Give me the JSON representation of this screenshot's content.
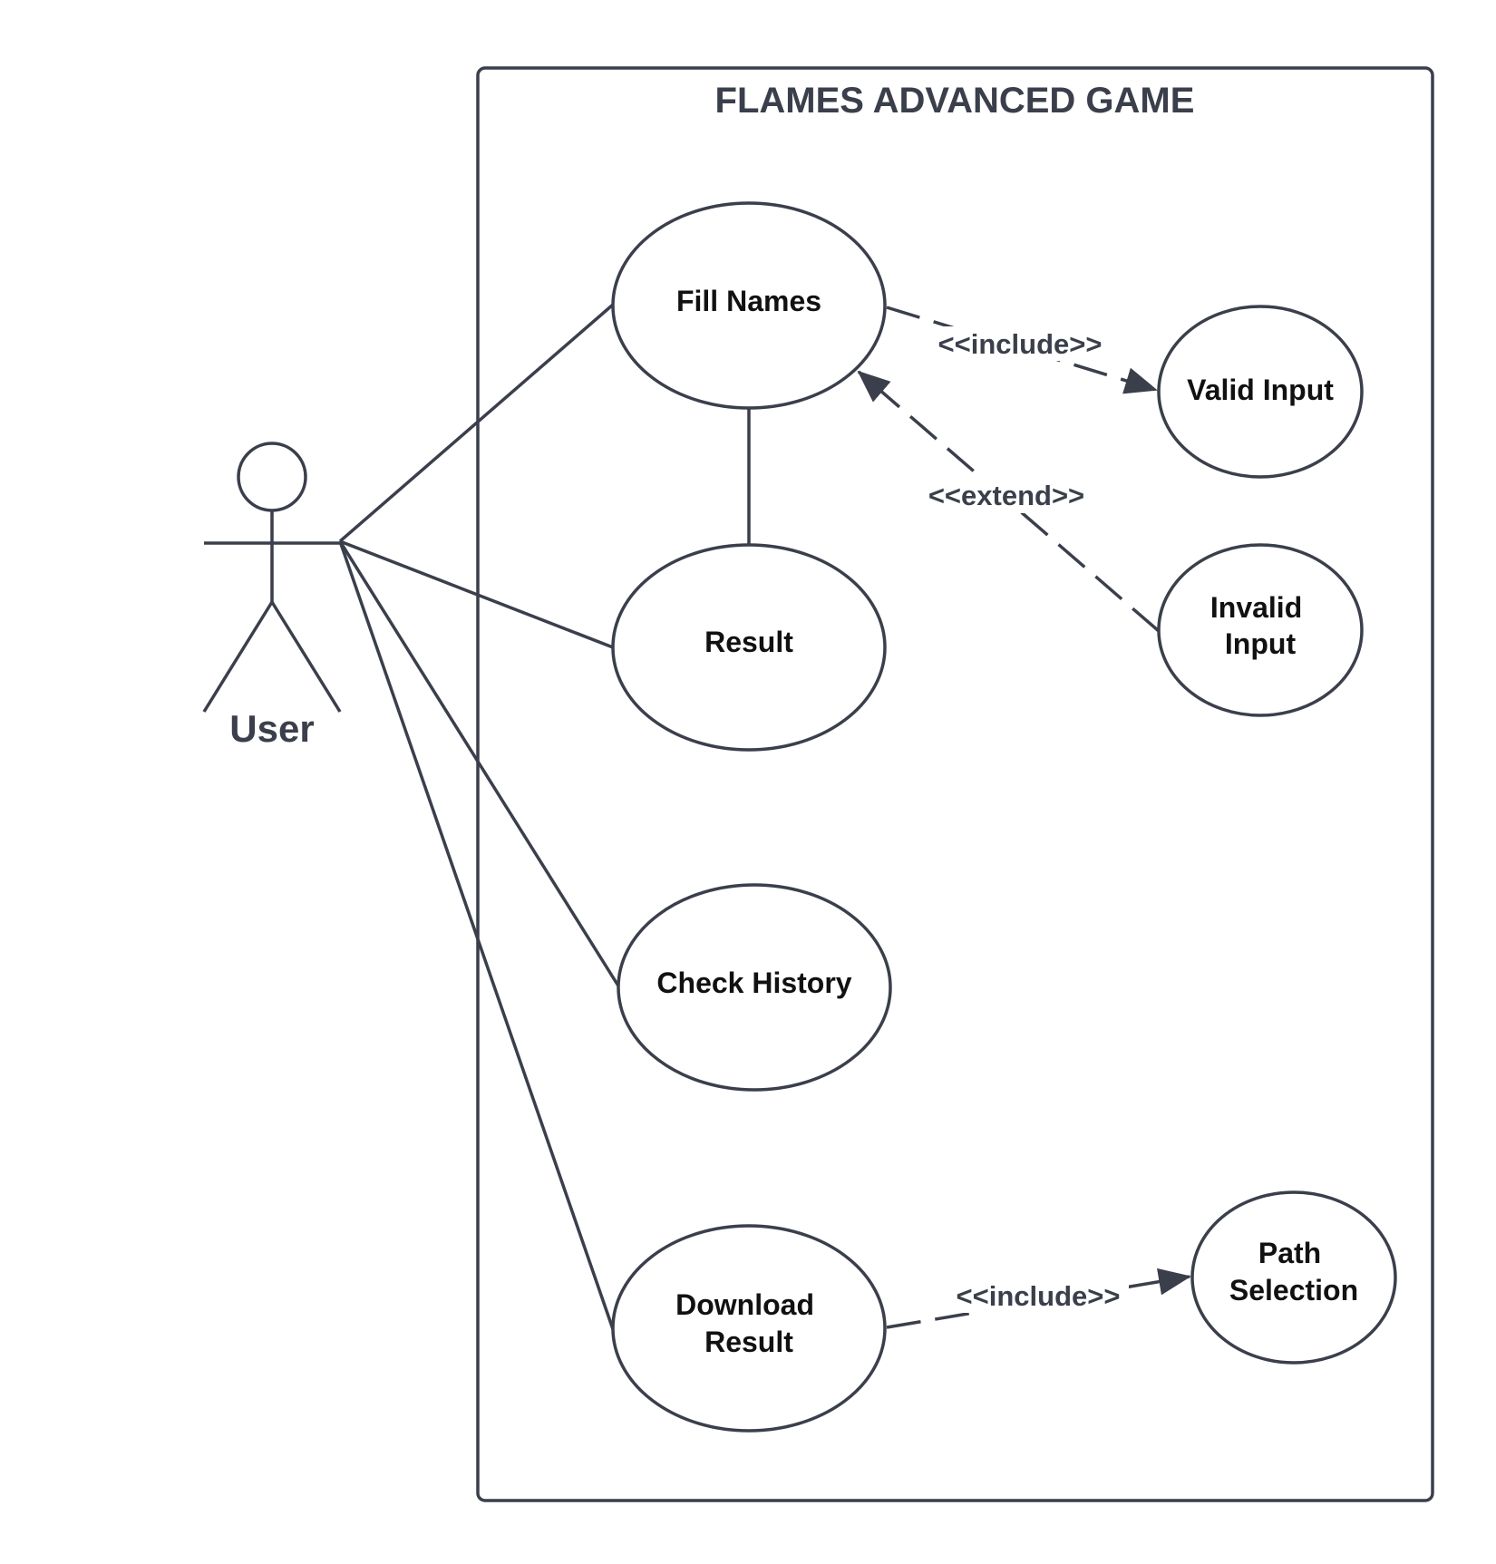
{
  "diagram": {
    "system_title": "FLAMES ADVANCED GAME",
    "actor": {
      "name": "User"
    },
    "use_cases": {
      "fill_names": [
        "Fill Names"
      ],
      "result": [
        "Result"
      ],
      "check_history": [
        "Check History"
      ],
      "download_result": [
        "Download",
        "Result"
      ],
      "valid_input": [
        "Valid Input"
      ],
      "invalid_input": [
        "Invalid",
        "Input"
      ],
      "path_selection": [
        "Path",
        "Selection"
      ]
    },
    "relations": {
      "include_valid": "<<include>>",
      "extend_invalid": "<<extend>>",
      "include_path": "<<include>>"
    },
    "colors": {
      "stroke": "#3a3f4b",
      "text": "#111111"
    }
  }
}
